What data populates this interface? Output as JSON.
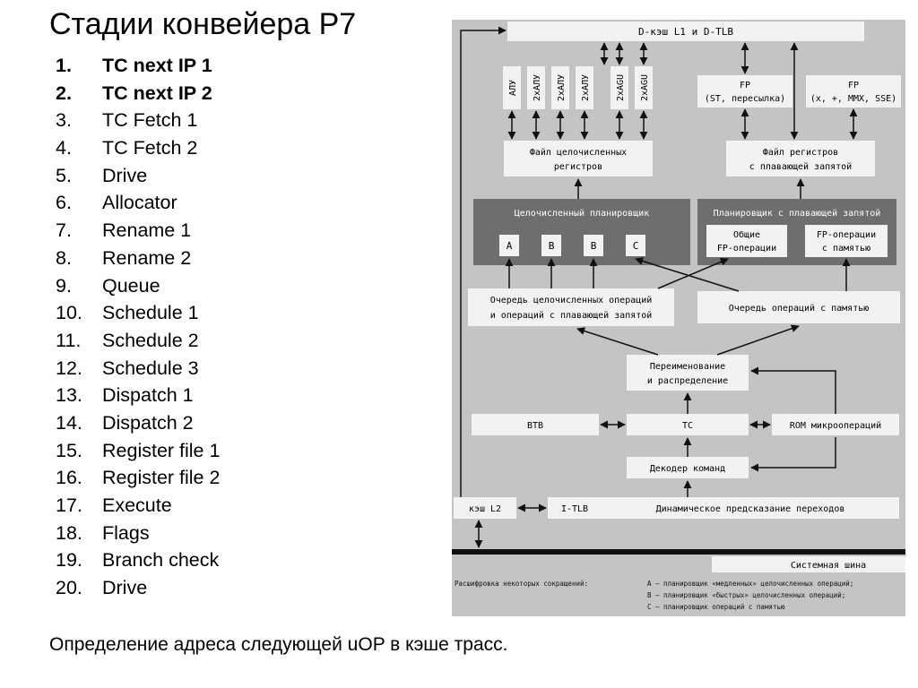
{
  "title": "Стадии конвейера P7",
  "stages": [
    {
      "num": "1.",
      "label": "TC next IP 1",
      "bold": true
    },
    {
      "num": "2.",
      "label": "TC next IP 2",
      "bold": true
    },
    {
      "num": "3.",
      "label": "TC Fetch 1"
    },
    {
      "num": "4.",
      "label": "TC Fetch 2"
    },
    {
      "num": "5.",
      "label": "Drive"
    },
    {
      "num": "6.",
      "label": "Allocator"
    },
    {
      "num": "7.",
      "label": "Rename 1"
    },
    {
      "num": "8.",
      "label": "Rename 2"
    },
    {
      "num": "9.",
      "label": "Queue"
    },
    {
      "num": "10.",
      "label": "Schedule 1"
    },
    {
      "num": "11.",
      "label": "Schedule 2"
    },
    {
      "num": "12.",
      "label": "Schedule 3"
    },
    {
      "num": "13.",
      "label": "Dispatch 1"
    },
    {
      "num": "14.",
      "label": "Dispatch 2"
    },
    {
      "num": "15.",
      "label": "Register file 1"
    },
    {
      "num": "16.",
      "label": "Register file 2"
    },
    {
      "num": "17.",
      "label": "Execute"
    },
    {
      "num": "18.",
      "label": "Flags"
    },
    {
      "num": "19.",
      "label": "Branch check"
    },
    {
      "num": "20.",
      "label": "Drive"
    }
  ],
  "footer": "Определение адреса следующей uOP в кэше трасс.",
  "diagram": {
    "dcache": "D-кэш L1 и D-TLB",
    "alus": [
      "АЛУ",
      "2хАЛУ",
      "2хАЛУ",
      "2хАЛУ",
      "2хAGU",
      "2хAGU"
    ],
    "fp_unit_1": [
      "FP",
      "(ST, пересылка)"
    ],
    "fp_unit_2": [
      "FP",
      "(x, +, MMX, SSE)"
    ],
    "int_regfile": [
      "Файл целочисленных",
      "регистров"
    ],
    "fp_regfile": [
      "Файл регистров",
      "с плавающей запятой"
    ],
    "int_scheduler": "Целочисленный планировщик",
    "fp_scheduler": "Планировщик с плавающей запятой",
    "sched_boxes": [
      "A",
      "B",
      "B",
      "C"
    ],
    "fp_common": [
      "Общие",
      "FP-операции"
    ],
    "fp_mem": [
      "FP-операции",
      "с памятью"
    ],
    "int_queue": [
      "Очередь целочисленных операций",
      "и операций с плавающей запятой"
    ],
    "mem_queue": "Очередь операций с памятью",
    "rename": [
      "Переименование",
      "и распределение"
    ],
    "btb": "BTB",
    "tc": "TC",
    "rom": "ROM микроопераций",
    "decoder": "Декодер команд",
    "l2": "кэш L2",
    "itlb": "I-TLB",
    "bpred": "Динамическое предсказание переходов",
    "sysbus": "Системная шина",
    "legend_title": "Расшифровка некоторых сокращений:",
    "legend": [
      "A – планировщик «медленных» целочисленных операций;",
      "B – планировщик «быстрых» целочисленных операций;",
      "C – планировщик операций с памятью"
    ]
  },
  "colors": {
    "panel": "#c4c4c4",
    "box": "#f2f2f2",
    "scheduler": "#6e6e6e",
    "line": "#111111"
  }
}
